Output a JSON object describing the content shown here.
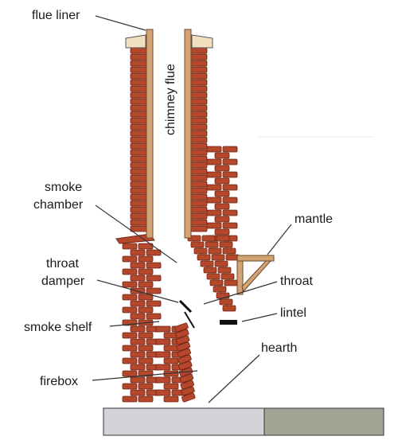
{
  "labels": {
    "flue_liner": "flue liner",
    "chimney_flue": "chimney flue",
    "smoke_chamber_1": "smoke",
    "smoke_chamber_2": "chamber",
    "mantle": "mantle",
    "throat_damper_1": "throat",
    "throat_damper_2": "damper",
    "throat": "throat",
    "lintel": "lintel",
    "smoke_shelf": "smoke shelf",
    "hearth": "hearth",
    "firebox": "firebox"
  },
  "colors": {
    "brick": "#b5472c",
    "brick_outline": "#6e2414",
    "mortar": "#ffffff",
    "liner": "#d4a373",
    "cap": "#f0e0c0",
    "floor_left": "#d2d4d8",
    "floor_right": "#a3a396",
    "label_text": "#1a1a1a"
  }
}
